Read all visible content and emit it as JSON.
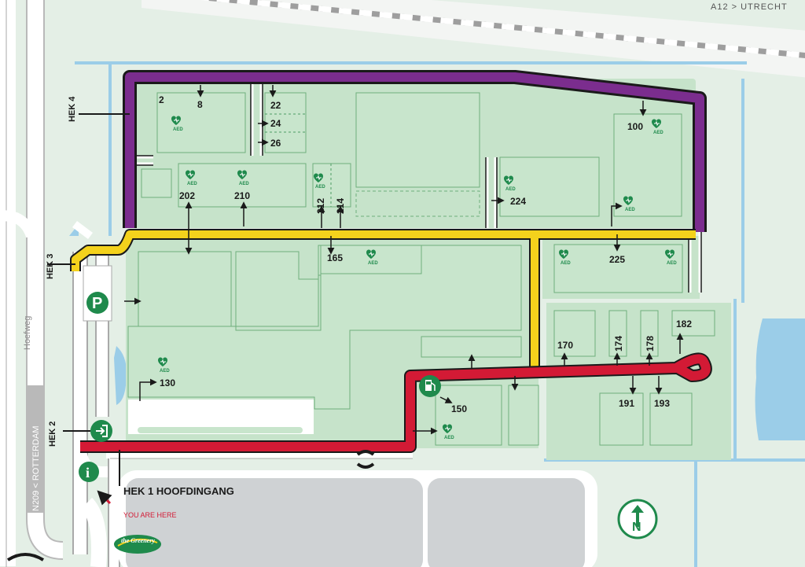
{
  "highway_label": "A12 > UTRECHT",
  "road_labels": {
    "hoefweg": "Hoefweg",
    "n209": "N209 < ROTTERDAM"
  },
  "gates": {
    "hek1": "HEK 1 HOOFDINGANG",
    "hek2": "HEK 2",
    "hek3": "HEK 3",
    "hek4": "HEK 4"
  },
  "you_are_here": "YOU ARE HERE",
  "logo_text": "the Greenery",
  "aed": "AED",
  "buildings": {
    "b2": "2",
    "b8": "8",
    "b22": "22",
    "b24": "24",
    "b26": "26",
    "b100": "100",
    "b202": "202",
    "b210": "210",
    "b212": "212",
    "b214": "214",
    "b224": "224",
    "b165": "165",
    "b225": "225",
    "b130": "130",
    "b150": "150",
    "b170": "170",
    "b174": "174",
    "b178": "178",
    "b182": "182",
    "b191": "191",
    "b193": "193"
  },
  "icons": {
    "parking": "P",
    "info": "i",
    "fuel": "fuel-pump",
    "entrance": "entrance-arrow",
    "north": "N"
  },
  "colors": {
    "route_purple": "#7b2d8e",
    "route_yellow": "#f4d21c",
    "route_red": "#d31a35",
    "building": "#c8e5cc",
    "terrain": "#deeee0",
    "water": "#9bcde8",
    "brand_green": "#1f8a4c",
    "road": "#ffffff",
    "parking_lot": "#cfd2d4"
  }
}
